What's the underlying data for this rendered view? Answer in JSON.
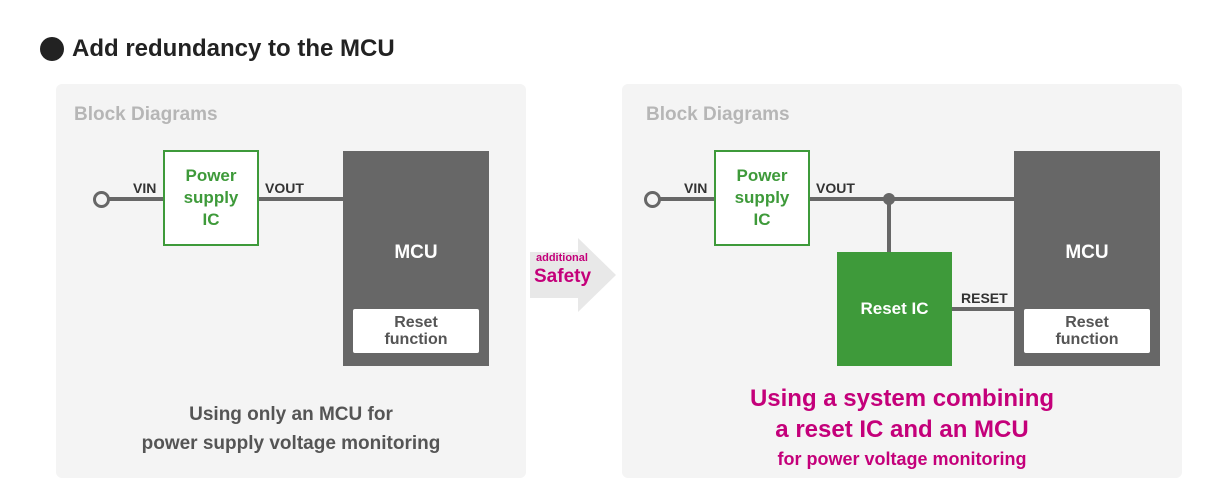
{
  "heading": "Add redundancy to the MCU",
  "left": {
    "panel_title": "Block Diagrams",
    "vin": "VIN",
    "vout": "VOUT",
    "psu": [
      "Power",
      "supply",
      "IC"
    ],
    "mcu": "MCU",
    "reset_function": [
      "Reset",
      "function"
    ],
    "caption": [
      "Using only an MCU for",
      "power supply voltage monitoring"
    ]
  },
  "arrow": {
    "small": "additional",
    "big": "Safety"
  },
  "right": {
    "panel_title": "Block Diagrams",
    "vin": "VIN",
    "vout": "VOUT",
    "psu": [
      "Power",
      "supply",
      "IC"
    ],
    "mcu": "MCU",
    "reset_ic": "Reset IC",
    "reset_signal": "RESET",
    "reset_function": [
      "Reset",
      "function"
    ],
    "caption_big": [
      "Using a system combining",
      "a reset IC and an MCU"
    ],
    "caption_small": "for power voltage monitoring"
  },
  "colors": {
    "green": "#3e9a3a",
    "magenta": "#c4007a",
    "gray": "#676767",
    "panel": "#f4f4f4"
  }
}
